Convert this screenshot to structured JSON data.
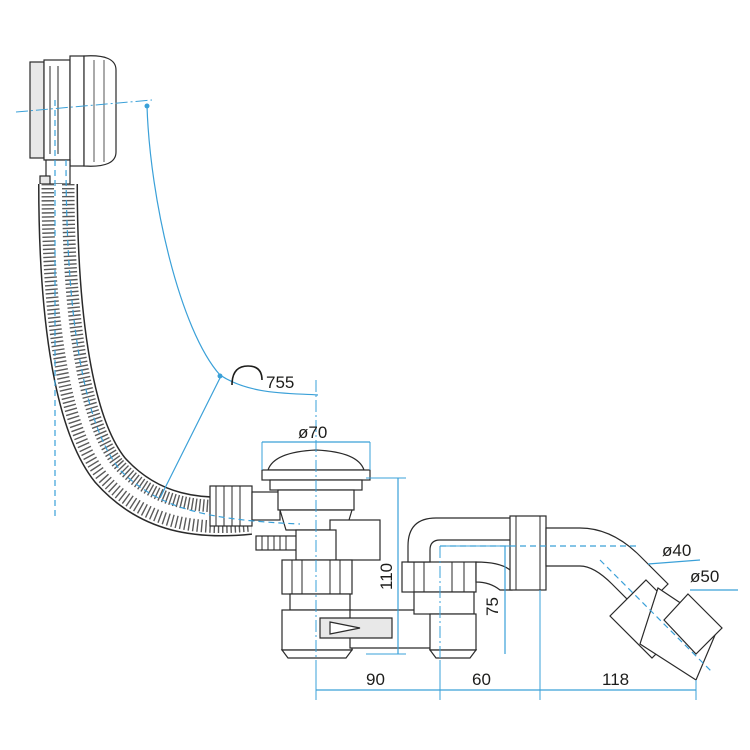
{
  "drawing": {
    "colors": {
      "dimension_lines": "#3aa0d8",
      "outline": "#2a2a2a",
      "text": "#1d1d1b",
      "background": "#ffffff"
    },
    "labels": {
      "bend_radius": "755",
      "outlet_diameter": "ø70",
      "height_total": "110",
      "trap_height": "75",
      "pipe_diameter_small": "ø40",
      "pipe_diameter_large": "ø50",
      "width_a": "90",
      "width_b": "60",
      "width_c": "118"
    },
    "icons": {
      "bend_symbol": "arc-bend-icon"
    }
  }
}
